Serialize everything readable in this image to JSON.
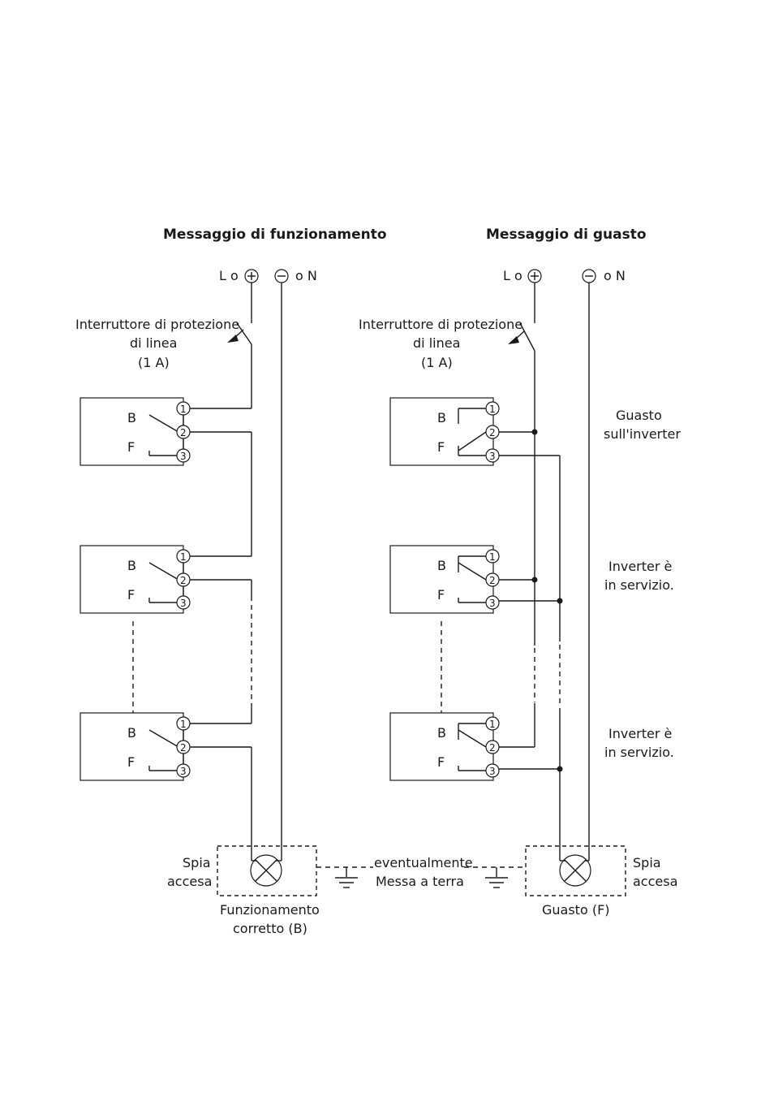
{
  "titles": {
    "left": "Messaggio di funzionamento",
    "right": "Messaggio di guasto"
  },
  "supply": {
    "l_label": "L o",
    "n_label": "o N",
    "plus": "+",
    "minus": "−"
  },
  "breaker": {
    "line1": "Interruttore di protezione",
    "line2": "di linea",
    "line3": "(1 A)"
  },
  "relay": {
    "b": "B",
    "f": "F",
    "t1": "1",
    "t2": "2",
    "t3": "3"
  },
  "status_right": [
    {
      "line1": "Guasto",
      "line2": "sull'inverter"
    },
    {
      "line1": "Inverter è",
      "line2": "in servizio."
    },
    {
      "line1": "Inverter è",
      "line2": "in servizio."
    }
  ],
  "lamp": {
    "spia": "Spia",
    "accesa": "accesa",
    "left_caption1": "Funzionamento",
    "left_caption2": "corretto (B)",
    "right_caption": "Guasto (F)"
  },
  "ground": {
    "line1": "eventualmente",
    "line2": "Messa a terra"
  }
}
